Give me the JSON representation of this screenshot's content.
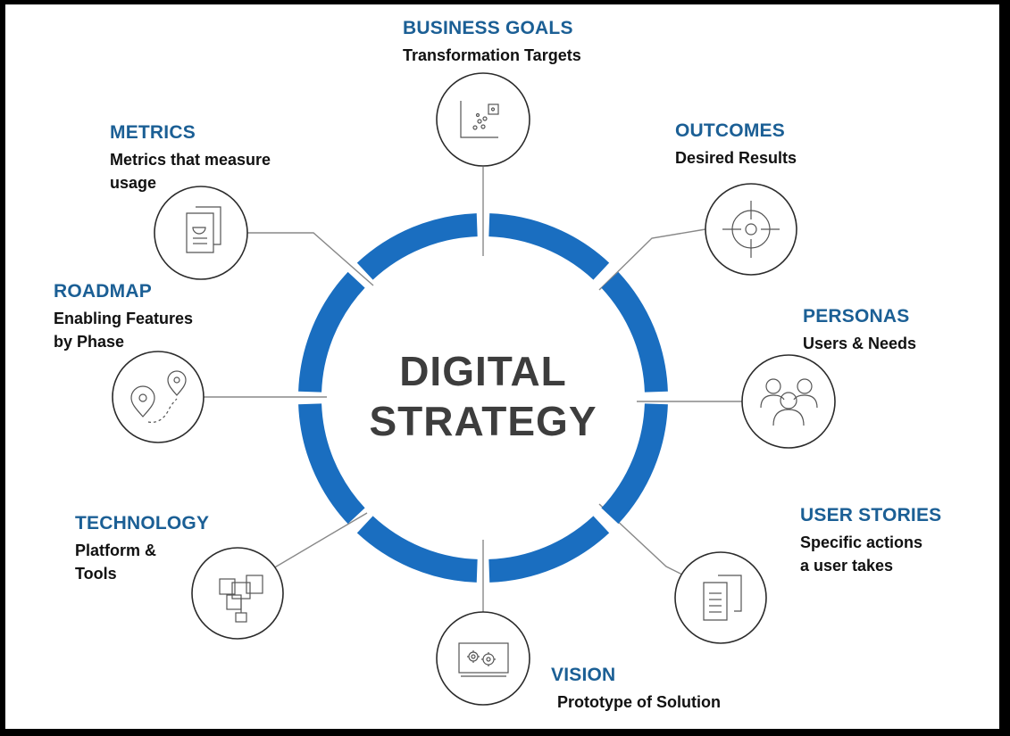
{
  "center": {
    "line1": "DIGITAL",
    "line2": "STRATEGY"
  },
  "colors": {
    "ring": "#1a6ec0",
    "title": "#1b5f95",
    "text": "#111111",
    "center_text": "#3d3d3d"
  },
  "nodes": [
    {
      "id": "business-goals",
      "title": "BUSINESS GOALS",
      "subtitle": [
        "Transformation Targets"
      ],
      "icon": "scatter-plot-icon"
    },
    {
      "id": "outcomes",
      "title": "OUTCOMES",
      "subtitle": [
        "Desired Results"
      ],
      "icon": "target-icon"
    },
    {
      "id": "personas",
      "title": "PERSONAS",
      "subtitle": [
        "Users & Needs"
      ],
      "icon": "users-group-icon"
    },
    {
      "id": "user-stories",
      "title": "USER STORIES",
      "subtitle": [
        "Specific actions",
        "a user takes"
      ],
      "icon": "documents-icon"
    },
    {
      "id": "vision",
      "title": "VISION",
      "subtitle": [
        "Prototype of Solution"
      ],
      "icon": "monitor-gears-icon"
    },
    {
      "id": "technology",
      "title": "TECHNOLOGY",
      "subtitle": [
        "Platform &",
        "Tools"
      ],
      "icon": "blocks-icon"
    },
    {
      "id": "roadmap",
      "title": "ROADMAP",
      "subtitle": [
        "Enabling Features",
        "by Phase"
      ],
      "icon": "map-pins-icon"
    },
    {
      "id": "metrics",
      "title": "METRICS",
      "subtitle": [
        "Metrics that measure",
        "usage"
      ],
      "icon": "report-chart-icon"
    }
  ]
}
